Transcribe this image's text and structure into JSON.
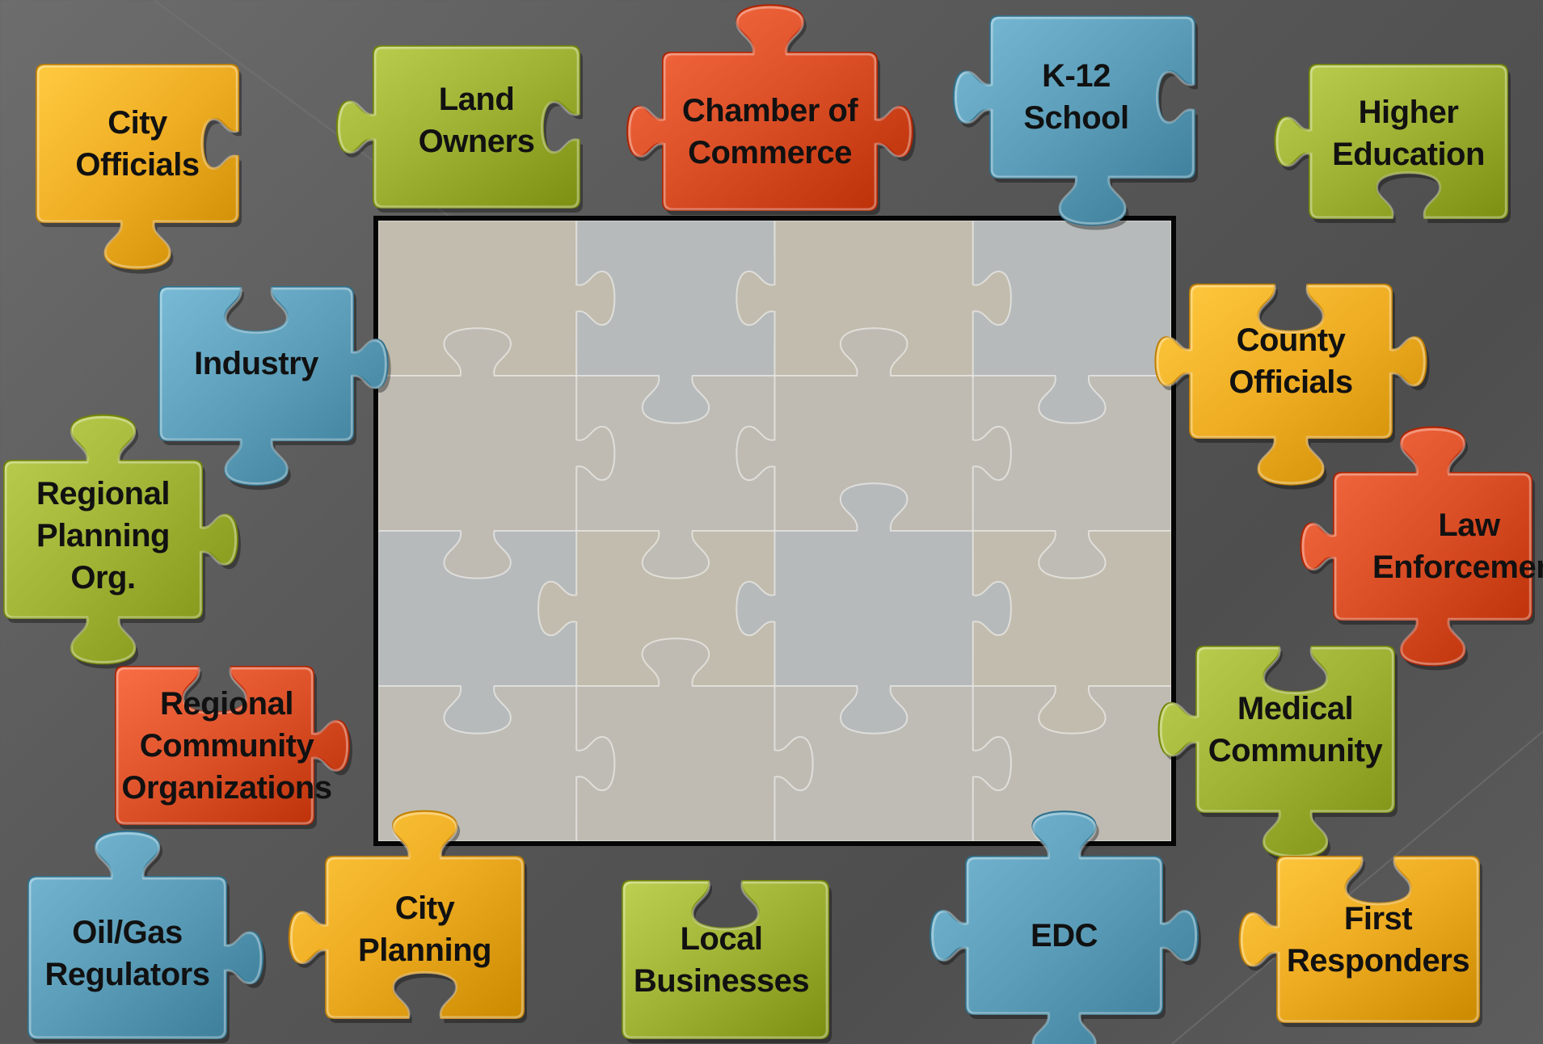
{
  "colors": {
    "yellow": "#eeac22",
    "green": "#9fb234",
    "red": "#dc5028",
    "blue": "#5b9db8",
    "background": "#5a5a5a",
    "board": "#b9b8b4",
    "board_border": "#050505"
  },
  "pieces": [
    {
      "label": "City\nOfficials",
      "color": "yellow"
    },
    {
      "label": "Land\nOwners",
      "color": "green"
    },
    {
      "label": "Chamber of\nCommerce",
      "color": "red"
    },
    {
      "label": "K-12\nSchool",
      "color": "blue"
    },
    {
      "label": "Higher\nEducation",
      "color": "green"
    },
    {
      "label": "Industry",
      "color": "blue"
    },
    {
      "label": "County\nOfficials",
      "color": "yellow"
    },
    {
      "label": "Regional\nPlanning Org.",
      "color": "green"
    },
    {
      "label": "Law\nEnforcement",
      "color": "red"
    },
    {
      "label": "Regional\nCommunity\nOrganizations",
      "color": "red"
    },
    {
      "label": "Medical\nCommunity",
      "color": "green"
    },
    {
      "label": "Oil/Gas\nRegulators",
      "color": "blue"
    },
    {
      "label": "City\nPlanning",
      "color": "yellow"
    },
    {
      "label": "Local Businesses",
      "color": "green"
    },
    {
      "label": "EDC",
      "color": "blue"
    },
    {
      "label": "First\nResponders",
      "color": "yellow"
    }
  ]
}
